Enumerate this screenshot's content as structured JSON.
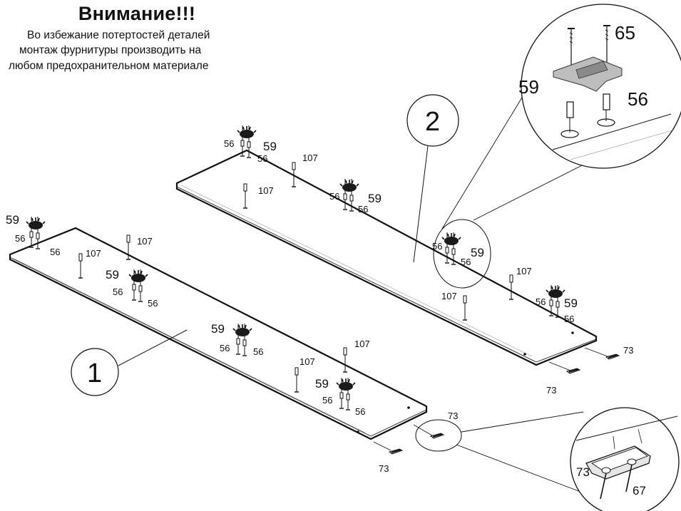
{
  "warning": {
    "title": "Внимание!!!",
    "lines": [
      "Во избежание потертостей деталей",
      "монтаж фурнитуры производить на",
      "любом предохранительном материале"
    ]
  },
  "panels": [
    {
      "id": "1",
      "label": "1"
    },
    {
      "id": "2",
      "label": "2"
    }
  ],
  "parts": {
    "p56": "56",
    "p59": "59",
    "p65": "65",
    "p67": "67",
    "p73": "73",
    "p107": "107"
  }
}
